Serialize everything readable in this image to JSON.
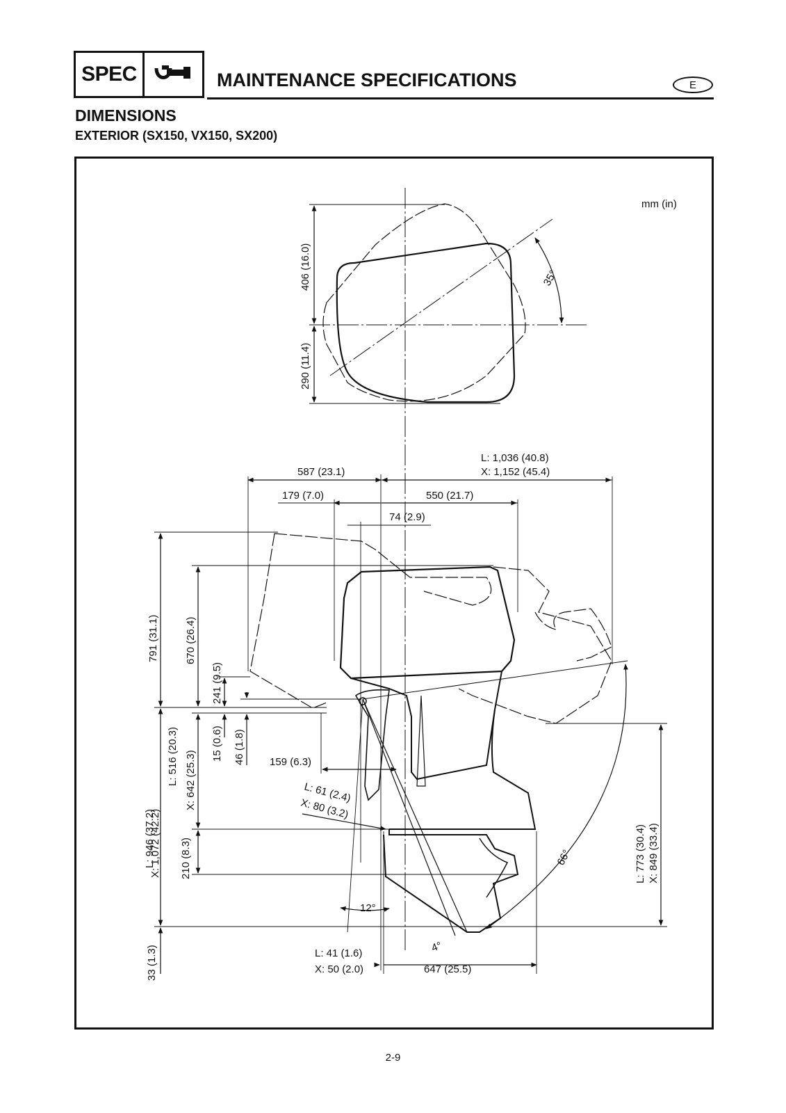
{
  "header": {
    "spec_label": "SPEC",
    "title": "MAINTENANCE SPECIFICATIONS",
    "language_badge": "E",
    "icon": "wrench-spec-icon"
  },
  "section": {
    "title": "DIMENSIONS",
    "subtitle": "EXTERIOR (SX150, VX150, SX200)"
  },
  "drawing": {
    "unit": "mm (in)",
    "dims": {
      "d406": "406 (16.0)",
      "d290": "290 (11.4)",
      "a35": "35°",
      "d587": "587 (23.1)",
      "len_L": "L: 1,036 (40.8)",
      "len_X": "X: 1,152 (45.4)",
      "d179": "179 (7.0)",
      "d550": "550 (21.7)",
      "d74": "74 (2.9)",
      "d791": "791 (31.1)",
      "d670": "670 (26.4)",
      "d241": "241 (9.5)",
      "d15": "15 (0.6)",
      "d46": "46 (1.8)",
      "d159": "159 (6.3)",
      "tr_L": "L: 61 (2.4)",
      "tr_X": "X: 80 (3.2)",
      "h516": "L: 516 (20.3)",
      "h642": "X: 642 (25.3)",
      "tot_L": "L: 946 (37.2)",
      "tot_X": "X: 1,072 (42.2)",
      "d210": "210 (8.3)",
      "d33": "33 (1.3)",
      "a66": "66°",
      "a12": "12°",
      "a4": "4°",
      "r773": "L: 773 (30.4)",
      "r849": "X: 849 (33.4)",
      "b41": "L: 41 (1.6)",
      "b50": "X: 50 (2.0)",
      "d647": "647 (25.5)"
    }
  },
  "footer": {
    "page_number": "2-9"
  }
}
